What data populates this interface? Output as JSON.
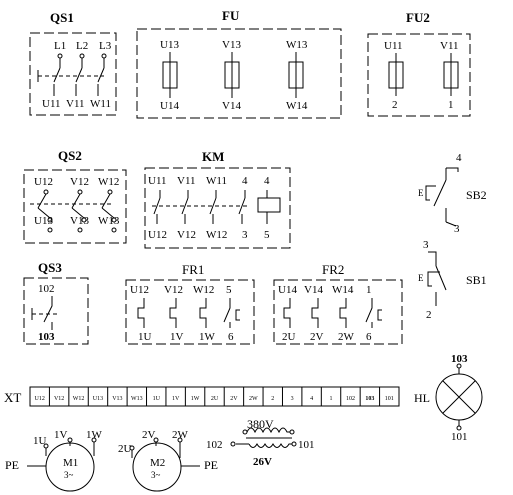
{
  "QS1": {
    "title": "QS1",
    "top": [
      "L1",
      "L2",
      "L3"
    ],
    "bottom": [
      "U11",
      "V11",
      "W11"
    ]
  },
  "FU": {
    "title": "FU",
    "top": [
      "U13",
      "V13",
      "W13"
    ],
    "bottom": [
      "U14",
      "V14",
      "W14"
    ]
  },
  "FU2": {
    "title": "FU2",
    "top": [
      "U11",
      "V11"
    ],
    "bottom": [
      "2",
      "1"
    ]
  },
  "QS2": {
    "title": "QS2",
    "top": [
      "U12",
      "V12",
      "W12"
    ],
    "bottom": [
      "U13",
      "V13",
      "W13"
    ]
  },
  "KM": {
    "title": "KM",
    "top": [
      "U11",
      "V11",
      "W11",
      "4",
      "4"
    ],
    "bottom": [
      "U12",
      "V12",
      "W12",
      "3",
      "5"
    ]
  },
  "SB2": {
    "label": "SB2",
    "e": "E",
    "top": "4",
    "bottom": "3"
  },
  "SB1": {
    "label": "SB1",
    "e": "E",
    "top": "3",
    "bottom": "2"
  },
  "QS3": {
    "title": "QS3",
    "top": "102",
    "bottom": "103"
  },
  "FR1": {
    "title": "FR1",
    "top": [
      "U12",
      "V12",
      "W12",
      "5"
    ],
    "bottom": [
      "1U",
      "1V",
      "1W",
      "6"
    ]
  },
  "FR2": {
    "title": "FR2",
    "top": [
      "U14",
      "V14",
      "W14",
      "1"
    ],
    "bottom": [
      "2U",
      "2V",
      "2W",
      "6"
    ]
  },
  "HL": {
    "label": "HL",
    "top": "103",
    "bottom": "101"
  },
  "XT": {
    "label": "XT",
    "cells": [
      "U12",
      "V12",
      "W12",
      "U13",
      "V13",
      "W13",
      "1U",
      "1V",
      "1W",
      "2U",
      "2V",
      "2W",
      "2",
      "3",
      "4",
      "1",
      "102",
      "103",
      "101"
    ]
  },
  "M1": {
    "name": "M1",
    "phase": "3~",
    "pe": "PE",
    "terms": [
      "1U",
      "1V",
      "1W"
    ]
  },
  "M2": {
    "name": "M2",
    "phase": "3~",
    "pe": "PE",
    "terms": [
      "2U",
      "2V",
      "2W"
    ]
  },
  "TC": {
    "primary": "380V",
    "secondary": "26V",
    "left": "102",
    "right": "101"
  }
}
